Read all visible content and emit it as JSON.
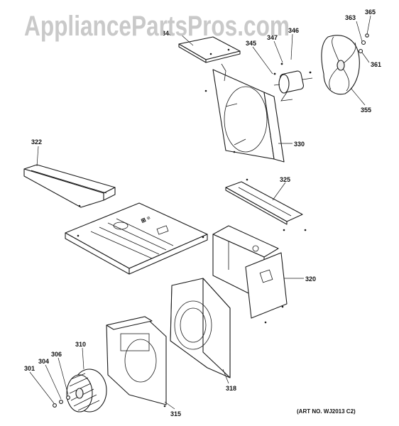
{
  "watermark": "AppliancePartsPros.com",
  "art_number": "(ART NO. WJ2013 C2)",
  "callouts": [
    {
      "id": "c365",
      "label": "365"
    },
    {
      "id": "c363",
      "label": "363"
    },
    {
      "id": "c348",
      "label": "348"
    },
    {
      "id": "c347",
      "label": "347"
    },
    {
      "id": "c346",
      "label": "346"
    },
    {
      "id": "c345",
      "label": "345"
    },
    {
      "id": "c361",
      "label": "361"
    },
    {
      "id": "c355",
      "label": "355"
    },
    {
      "id": "c330",
      "label": "330"
    },
    {
      "id": "c322",
      "label": "322"
    },
    {
      "id": "c325",
      "label": "325"
    },
    {
      "id": "c320",
      "label": "320"
    },
    {
      "id": "c310",
      "label": "310"
    },
    {
      "id": "c306",
      "label": "306"
    },
    {
      "id": "c304",
      "label": "304"
    },
    {
      "id": "c301",
      "label": "301"
    },
    {
      "id": "c318",
      "label": "318"
    },
    {
      "id": "c315",
      "label": "315"
    }
  ]
}
